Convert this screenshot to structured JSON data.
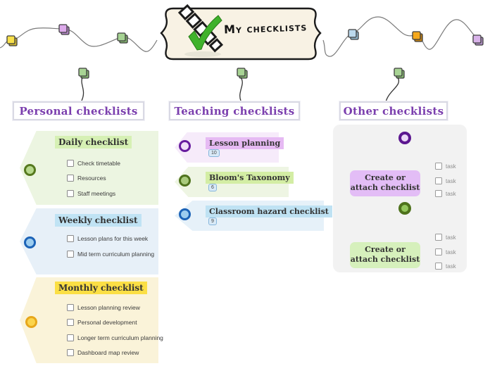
{
  "banner": {
    "title": "My checklists"
  },
  "sections": [
    {
      "title": "Personal checklists",
      "groups": [
        {
          "title": "Daily checklist",
          "items": [
            "Check timetable",
            "Resources",
            "Staff meetings"
          ]
        },
        {
          "title": "Weekly checklist",
          "items": [
            "Lesson plans for this week",
            "Mid term curriculum planning"
          ]
        },
        {
          "title": "Monthly checklist",
          "items": [
            "Lesson planning review",
            "Personal development",
            "Longer term curriculum planning",
            "Dashboard map review"
          ]
        }
      ]
    },
    {
      "title": "Teaching checklists",
      "nodes": [
        {
          "label": "Lesson planning",
          "badge": "10"
        },
        {
          "label": "Bloom's Taxonomy",
          "badge": "6"
        },
        {
          "label": "Classroom hazard checklist",
          "badge": "9"
        }
      ]
    },
    {
      "title": "Other checklists",
      "creators": [
        {
          "label": "Create or attach checklist",
          "tasks": [
            "task",
            "task",
            "task"
          ]
        },
        {
          "label": "Create or attach checklist",
          "tasks": [
            "task",
            "task",
            "task"
          ]
        }
      ]
    }
  ],
  "palette": {
    "header_text": "#7b3fae",
    "root_node_bg": "#f8f2e4",
    "daily_accent": "#56791f",
    "weekly_accent": "#1c63b7",
    "monthly_accent": "#e7a71b",
    "lesson_accent": "#671c9e",
    "bloom_accent": "#4e721c",
    "hazard_accent": "#1c63b7",
    "other_purple": "#5c1790",
    "other_green": "#4e721c",
    "tree_blue": "#3b6fc9",
    "check_green": "#3fb22b",
    "wave_square_colors": [
      "#f8e04a",
      "#ddaaeb",
      "#a6d393",
      "#bcd9ec",
      "#f5a81c",
      "#d9b3ea"
    ]
  }
}
